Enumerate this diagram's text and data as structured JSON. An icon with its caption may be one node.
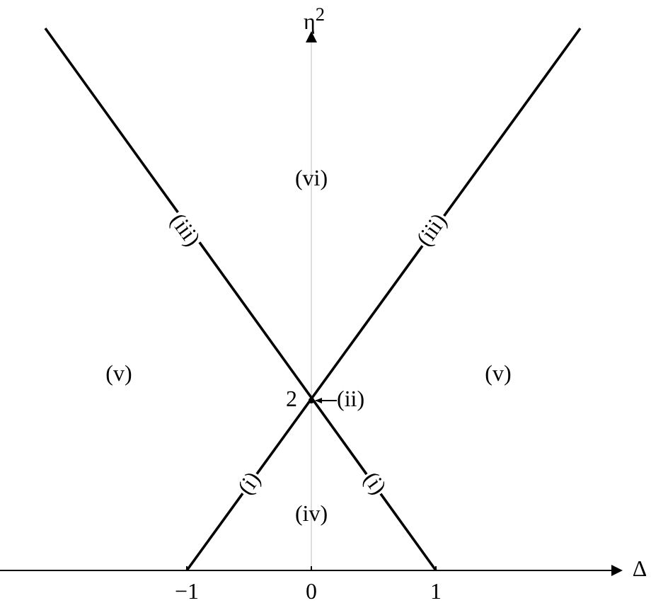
{
  "diagram": {
    "nodes": [
      {
        "text": [
          "(ii)"
        ]
      },
      {
        "text": [],
        "shape": "point"
      }
    ],
    "edges": [
      {
        "from": 0,
        "to": 1,
        "arrow": "to"
      }
    ],
    "labels": [
      "η$^{2}$",
      "(vi)",
      "(iii)",
      "(iii)",
      "(v)",
      "2",
      "(v)",
      "(i)",
      "(i)",
      "(iv)",
      "Δ",
      "−1",
      "0",
      "1"
    ]
  }
}
